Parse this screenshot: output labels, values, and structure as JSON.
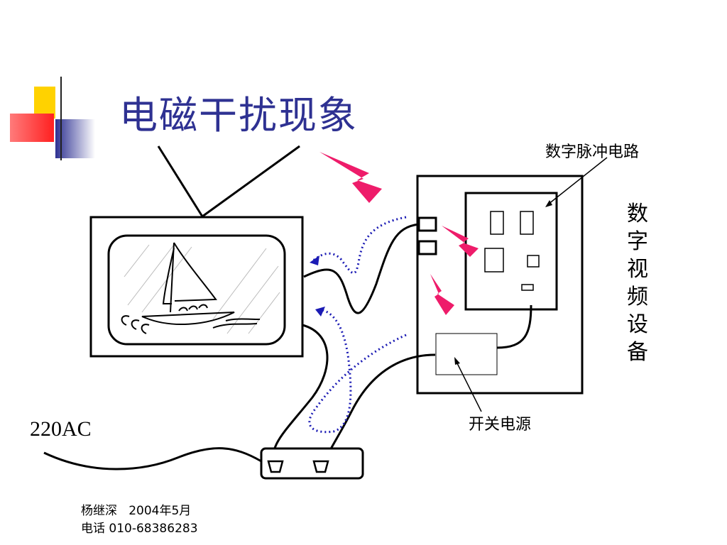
{
  "slide": {
    "title": "电磁干扰现象",
    "labels": {
      "digital_pulse_circuit": "数字脉冲电路",
      "switching_power_supply": "开关电源",
      "power_source": "220AC"
    },
    "device_label_chars": [
      "数",
      "字",
      "视",
      "频",
      "设",
      "备"
    ],
    "footer": {
      "line1": "杨继深   2004年5月",
      "line2": "电话 010-68386283"
    }
  },
  "colors": {
    "title": "#2e3192",
    "lightning": "#ee1c6a",
    "coupling_path": "#1b1bb4",
    "deco_yellow": "#ffd200",
    "deco_blue": "#2e3192",
    "deco_red": "#f24a4a"
  },
  "icons": [
    "lightning-icon",
    "antenna-icon",
    "sailboat-icon",
    "chip-icon"
  ]
}
